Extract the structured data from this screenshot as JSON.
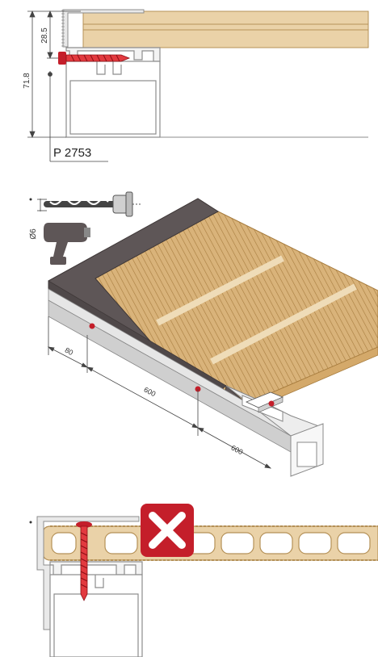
{
  "figure_top": {
    "dim_height_total": "71.8",
    "dim_height_board": "28.5",
    "profile_code": "P 2753"
  },
  "figure_middle": {
    "drill_diameter": "Ø6",
    "dim_edge": "80",
    "dim_spacing_1": "600",
    "dim_spacing_2": "600"
  },
  "figure_bottom": {
    "prohibited_icon": "x-mark-icon"
  },
  "colors": {
    "board": "#e3c79a",
    "board_dark": "#b88a4a",
    "profile_outline": "#888888",
    "screw": "#c41e2a",
    "fascia": "#5e5657",
    "warning": "#c41e2a"
  }
}
